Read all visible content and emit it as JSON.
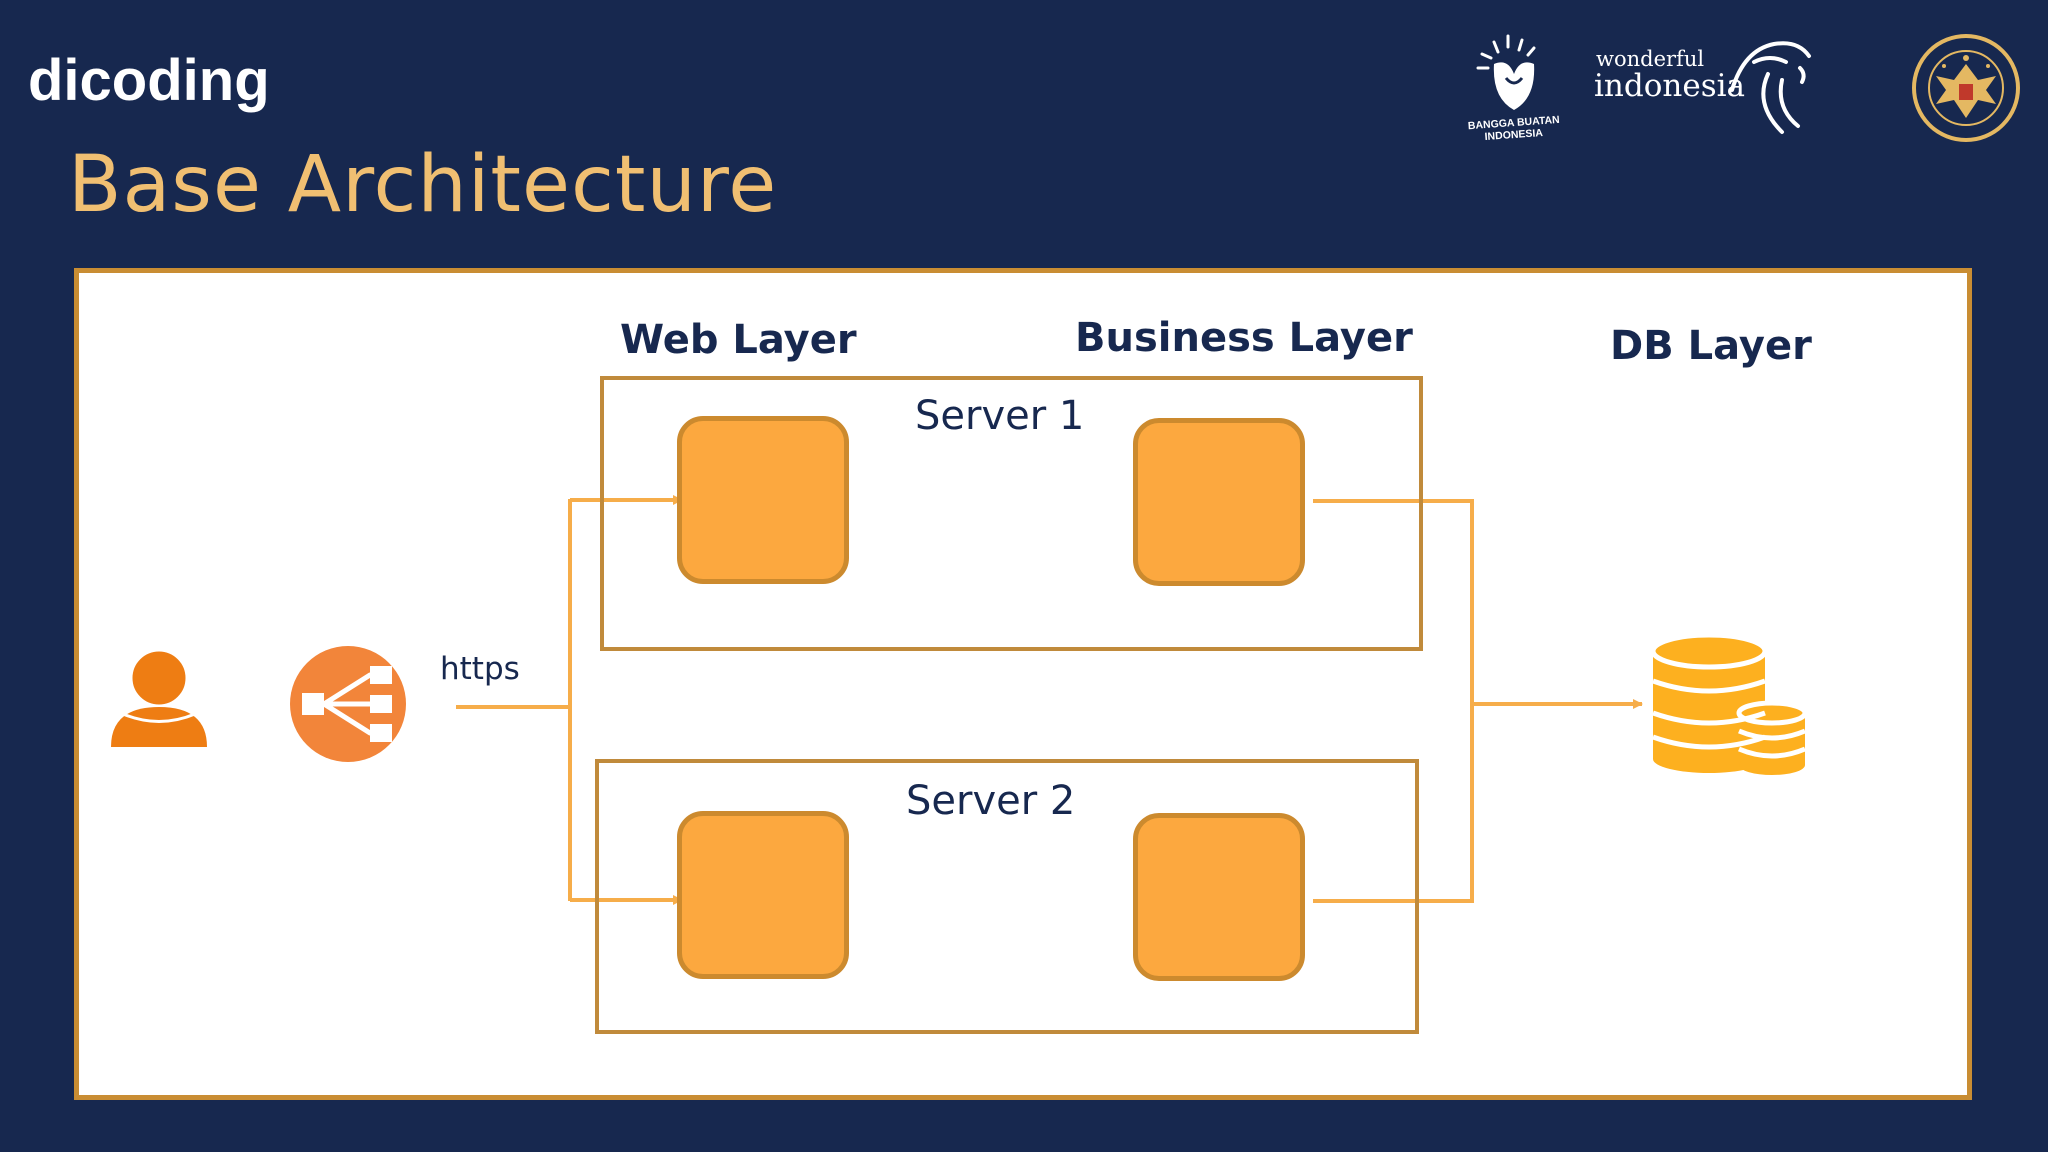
{
  "header": {
    "brand": "dicoding",
    "title": "Base Architecture",
    "partners": {
      "bangga_buatan": [
        "BANGGA BUATAN",
        "INDONESIA"
      ],
      "wonderful_indonesia": [
        "wonderful",
        "indonesia"
      ]
    }
  },
  "diagram": {
    "layers": {
      "web": "Web Layer",
      "business": "Business Layer",
      "db": "DB Layer"
    },
    "servers": [
      {
        "label": "Server 1"
      },
      {
        "label": "Server 2"
      }
    ],
    "protocol": "https",
    "colors": {
      "background": "#17284f",
      "title": "#f0bf72",
      "panel_border": "#c98d33",
      "component_fill": "#fca83f",
      "component_border": "#cc8a2e",
      "connector": "#f6ad4a",
      "user_icon": "#ee7d13",
      "load_balancer": "#f2853a",
      "database": "#fdb01f"
    },
    "icons": {
      "client": "user-icon",
      "balancer": "load-balancer-icon",
      "storage": "database-icon"
    }
  }
}
